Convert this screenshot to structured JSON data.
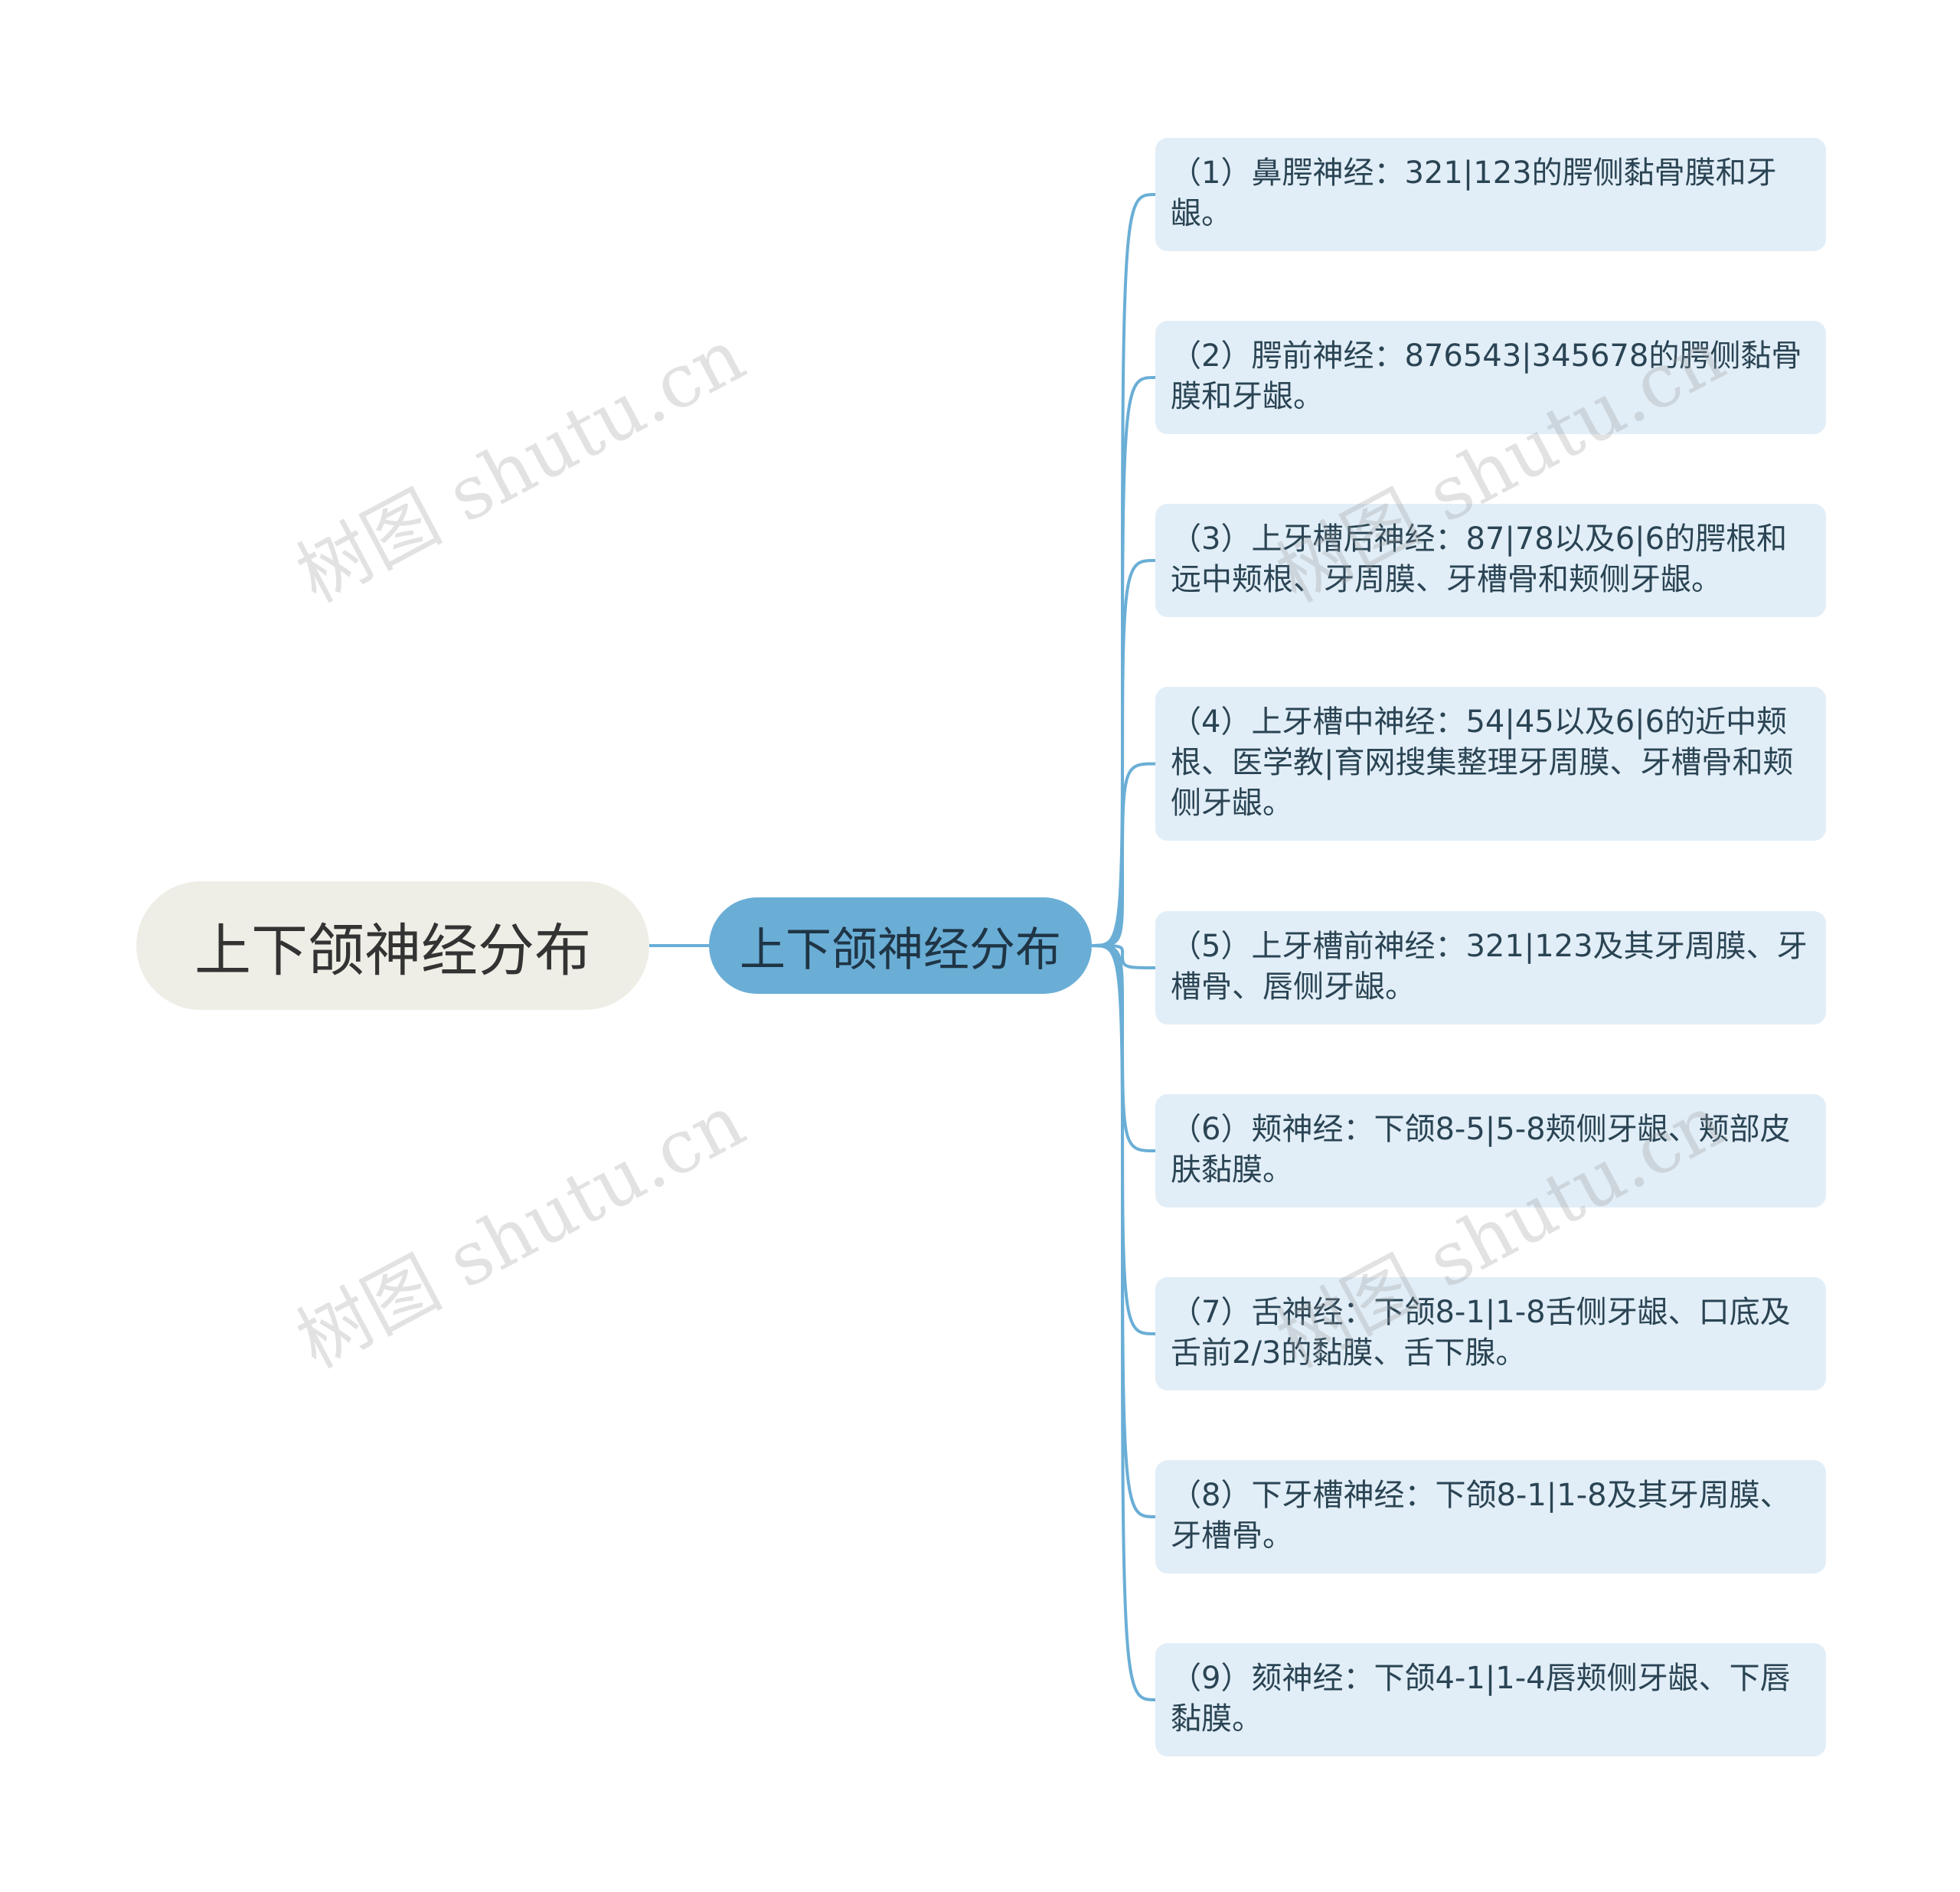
{
  "root": {
    "label": "上下颌神经分布"
  },
  "branch": {
    "label": "上下颌神经分布"
  },
  "leaves": [
    {
      "text": "（1）鼻腭神经：321|123的腭侧黏骨膜和牙龈。"
    },
    {
      "text": "（2）腭前神经：876543|345678的腭侧黏骨膜和牙龈。"
    },
    {
      "text": "（3）上牙槽后神经：87|78以及6|6的腭根和远中颊根、牙周膜、牙槽骨和颊侧牙龈。"
    },
    {
      "text": "（4）上牙槽中神经：54|45以及6|6的近中颊根、医学教|育网搜集整理牙周膜、牙槽骨和颊侧牙龈。"
    },
    {
      "text": "（5）上牙槽前神经：321|123及其牙周膜、牙槽骨、唇侧牙龈。"
    },
    {
      "text": "（6）颊神经：下颌8-5|5-8颊侧牙龈、颊部皮肤黏膜。"
    },
    {
      "text": "（7）舌神经：下颌8-1|1-8舌侧牙龈、口底及舌前2/3的黏膜、舌下腺。"
    },
    {
      "text": "（8）下牙槽神经：下颌8-1|1-8及其牙周膜、牙槽骨。"
    },
    {
      "text": "（9）颏神经：下颌4-1|1-4唇颊侧牙龈、下唇黏膜。"
    }
  ],
  "watermark": {
    "text": "树图 shutu.cn"
  },
  "colors": {
    "root_bg": "#efeee6",
    "branch_bg": "#6aaed6",
    "leaf_bg": "#e2eef7",
    "connector": "#6aaed6"
  }
}
